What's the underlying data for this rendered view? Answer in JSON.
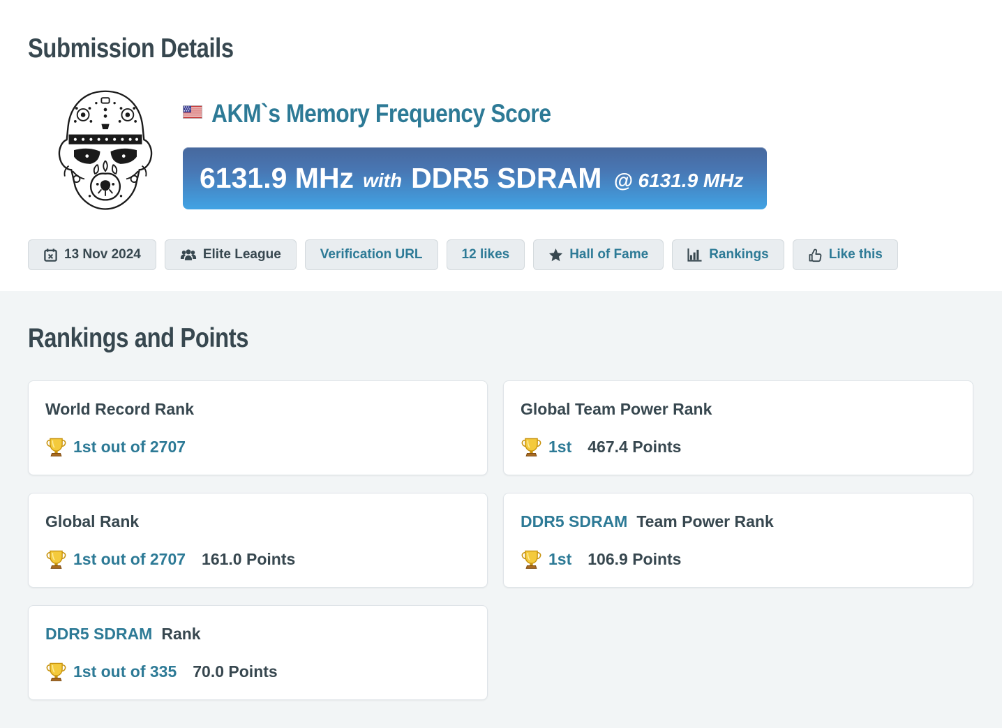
{
  "colors": {
    "heading_slate": "#37474f",
    "link_teal": "#2d7a96",
    "banner_gradient_top": "#47689d",
    "banner_gradient_bottom": "#41a3e4",
    "section_background": "#f2f5f6",
    "button_background": "#e9edf0",
    "trophy_gold": "#f2c234"
  },
  "submission_details": {
    "heading": "Submission Details",
    "flag": "us-flag",
    "title": "AKM`s Memory Frequency Score",
    "banner": {
      "score": "6131.9 MHz",
      "connector": "with",
      "hardware": "DDR5 SDRAM",
      "at_clock": "@ 6131.9 MHz"
    },
    "meta": [
      {
        "label": "13 Nov 2024",
        "icon": "calendar-times-icon"
      },
      {
        "label": "Elite League",
        "icon": "users-icon"
      },
      {
        "label": "Verification URL",
        "icon": ""
      },
      {
        "label": "12 likes",
        "icon": ""
      },
      {
        "label": "Hall of Fame",
        "icon": "star-icon"
      },
      {
        "label": "Rankings",
        "icon": "bar-chart-icon"
      },
      {
        "label": "Like this",
        "icon": "thumbs-up-icon"
      }
    ]
  },
  "rankings_section": {
    "heading": "Rankings and Points",
    "cards": [
      {
        "link": "",
        "title": "World Record Rank",
        "rank": "1st out of 2707",
        "points": ""
      },
      {
        "link": "",
        "title": "Global Team Power Rank",
        "rank": "1st",
        "points": "467.4 Points"
      },
      {
        "link": "",
        "title": "Global Rank",
        "rank": "1st out of 2707",
        "points": "161.0 Points"
      },
      {
        "link": "DDR5 SDRAM",
        "title": "Team Power Rank",
        "rank": "1st",
        "points": "106.9 Points"
      },
      {
        "link": "DDR5 SDRAM",
        "title": "Rank",
        "rank": "1st out of 335",
        "points": "70.0 Points"
      }
    ]
  }
}
